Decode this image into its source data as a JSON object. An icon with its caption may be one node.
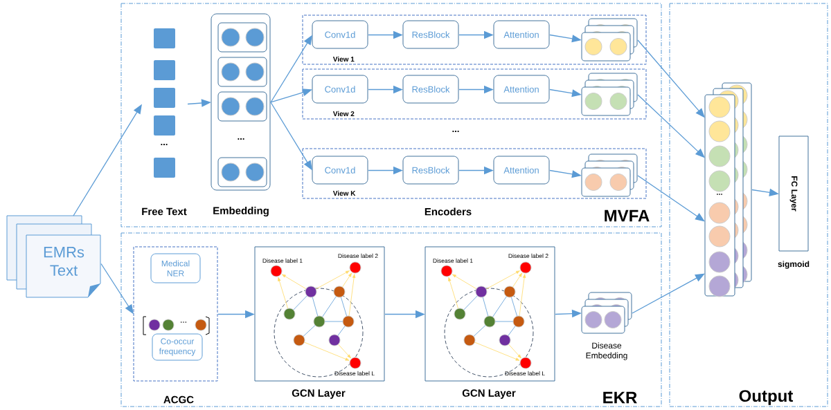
{
  "diagram": {
    "nodes": [
      {
        "text": [
          "MVFA"
        ]
      },
      {
        "text": [
          "EKR"
        ]
      },
      {
        "text": [
          "Output"
        ]
      },
      {
        "text": [
          "EMRs Text"
        ]
      },
      {
        "text": [
          "Free Text"
        ],
        "in": 0
      },
      {
        "text": [
          "Embedding"
        ],
        "in": 0
      },
      {
        "text": [
          "View 1"
        ],
        "in": 0
      },
      {
        "text": [
          "View 2"
        ],
        "in": 0
      },
      {
        "text": [
          "View K"
        ],
        "in": 0
      },
      {
        "text": [
          "Conv1d"
        ],
        "in": 6
      },
      {
        "text": [
          "ResBlock"
        ],
        "in": 6
      },
      {
        "text": [
          "Attention"
        ],
        "in": 6
      },
      {
        "text": [],
        "shape": "box",
        "in": 6
      },
      {
        "text": [
          "Conv1d"
        ],
        "in": 7
      },
      {
        "text": [
          "ResBlock"
        ],
        "in": 7
      },
      {
        "text": [
          "Attention"
        ],
        "in": 7
      },
      {
        "text": [],
        "shape": "box",
        "in": 7
      },
      {
        "text": [
          "Conv1d"
        ],
        "in": 8
      },
      {
        "text": [
          "ResBlock"
        ],
        "in": 8
      },
      {
        "text": [
          "Attention"
        ],
        "in": 8
      },
      {
        "text": [],
        "shape": "box",
        "in": 8
      },
      {
        "text": [
          "ACGC"
        ],
        "in": 1
      },
      {
        "text": [
          "Medical NER"
        ],
        "in": 21
      },
      {
        "text": [
          "Co-occur frequency"
        ],
        "in": 21
      },
      {
        "text": [
          "GCN Layer"
        ],
        "in": 1
      },
      {
        "text": [
          "GCN Layer"
        ],
        "in": 1
      },
      {
        "text": [
          "Disease Embedding"
        ],
        "in": 1
      },
      {
        "text": [],
        "shape": "box",
        "in": 2
      },
      {
        "text": [
          "FC Layer"
        ],
        "in": 2,
        "beside": [
          "sigmoid"
        ]
      }
    ],
    "edges": [
      {
        "from": 3,
        "to": 4,
        "arrow": "to"
      },
      {
        "from": 3,
        "to": 21,
        "arrow": "to"
      },
      {
        "from": 4,
        "to": 5,
        "arrow": "to"
      },
      {
        "from": 5,
        "to": 9,
        "arrow": "to"
      },
      {
        "from": 9,
        "to": 10,
        "arrow": "to"
      },
      {
        "from": 10,
        "to": 11,
        "arrow": "to"
      },
      {
        "from": 11,
        "to": 12,
        "arrow": "to"
      },
      {
        "from": 5,
        "to": 13,
        "arrow": "to"
      },
      {
        "from": 13,
        "to": 14,
        "arrow": "to"
      },
      {
        "from": 14,
        "to": 15,
        "arrow": "to"
      },
      {
        "from": 15,
        "to": 16,
        "arrow": "to"
      },
      {
        "from": 5,
        "to": 17,
        "arrow": "to"
      },
      {
        "from": 17,
        "to": 18,
        "arrow": "to"
      },
      {
        "from": 18,
        "to": 19,
        "arrow": "to"
      },
      {
        "from": 19,
        "to": 20,
        "arrow": "to"
      },
      {
        "from": 12,
        "to": 27,
        "arrow": "to"
      },
      {
        "from": 16,
        "to": 27,
        "arrow": "to"
      },
      {
        "from": 20,
        "to": 27,
        "arrow": "to"
      },
      {
        "from": 21,
        "to": 24,
        "arrow": "to"
      },
      {
        "from": 24,
        "to": 25,
        "arrow": "to"
      },
      {
        "from": 25,
        "to": 26,
        "arrow": "to"
      },
      {
        "from": 26,
        "to": 27,
        "arrow": "to"
      },
      {
        "from": 27,
        "to": 28,
        "arrow": "to"
      }
    ],
    "labels": [
      "...",
      "...",
      "...",
      "Encoders",
      "...",
      "Disease label 1",
      "Disease label 2",
      "Disease label L",
      "Disease label 1",
      "Disease label 2",
      "Disease label L",
      "..."
    ]
  }
}
